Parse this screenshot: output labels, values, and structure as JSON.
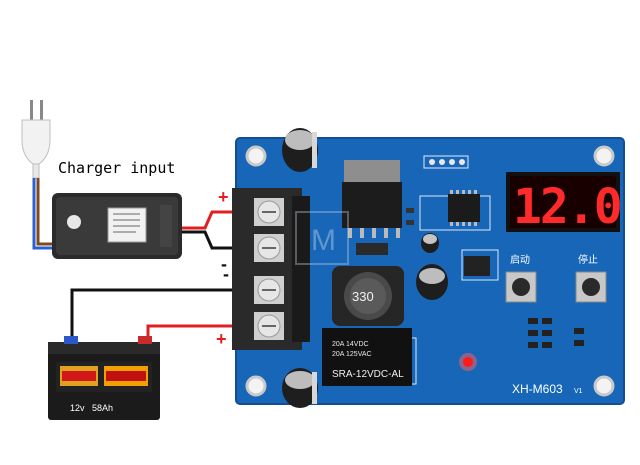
{
  "labels": {
    "charger_input": "Charger input",
    "plus_top": "+",
    "minus_top": "-",
    "plus_bottom": "+",
    "minus_bottom": "-",
    "display_value": "12.0",
    "inductor": "330",
    "relay_line1": "20A 14VDC",
    "relay_line2": "20A 125VAC",
    "relay_model": "SRA-12VDC-AL",
    "board_model": "XH-M603",
    "board_version": "V1",
    "start_label": "启动",
    "stop_label": "停止",
    "battery_voltage": "12v",
    "battery_capacity": "58Ah",
    "watermark": "M"
  },
  "colors": {
    "pcb": "#1766b8",
    "pcb_dark": "#0f4f92",
    "display_on": "#ff2a2a",
    "wire_red": "#e02020",
    "wire_black": "#111111",
    "battery_body": "#1b1b1b",
    "battery_label": "#f0a000",
    "terminal": "#2a2a2a"
  },
  "icons": {
    "plug": "power-plug-icon",
    "adapter": "power-adapter-icon",
    "battery": "car-battery-icon",
    "led": "red-led-icon"
  }
}
